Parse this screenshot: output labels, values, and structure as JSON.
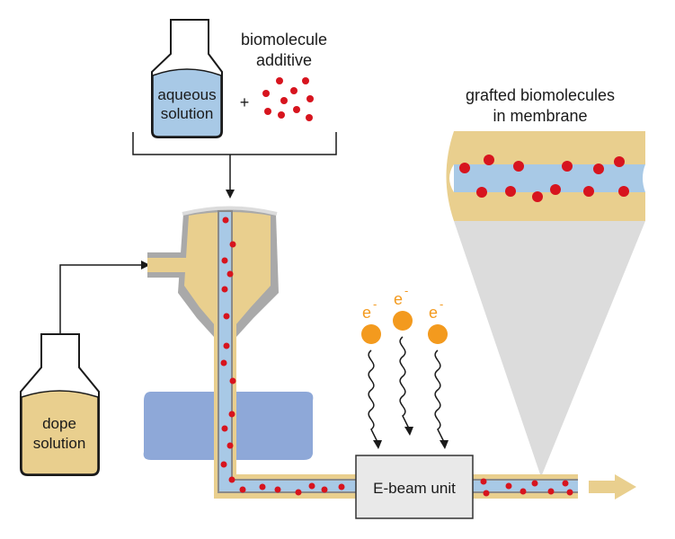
{
  "labels": {
    "aqueous_line1": "aqueous",
    "aqueous_line2": "solution",
    "plus": "+",
    "additive_line1": "biomolecule",
    "additive_line2": "additive",
    "grafted_line1": "grafted biomolecules",
    "grafted_line2": "in membrane",
    "dope_line1": "dope",
    "dope_line2": "solution",
    "ebeam_unit": "E-beam unit",
    "electron": "e",
    "electron_sup": "-"
  },
  "colors": {
    "aqueous": "#a8c9e6",
    "dope": "#e9cf8e",
    "molecule": "#d7141e",
    "electron": "#f39a1e",
    "steel": "#a9a9a9",
    "bath": "#8ea8d8",
    "beam_cone": "#dcdcdc",
    "ebeam_box": "#e9e9e9"
  },
  "electron_count": 3
}
